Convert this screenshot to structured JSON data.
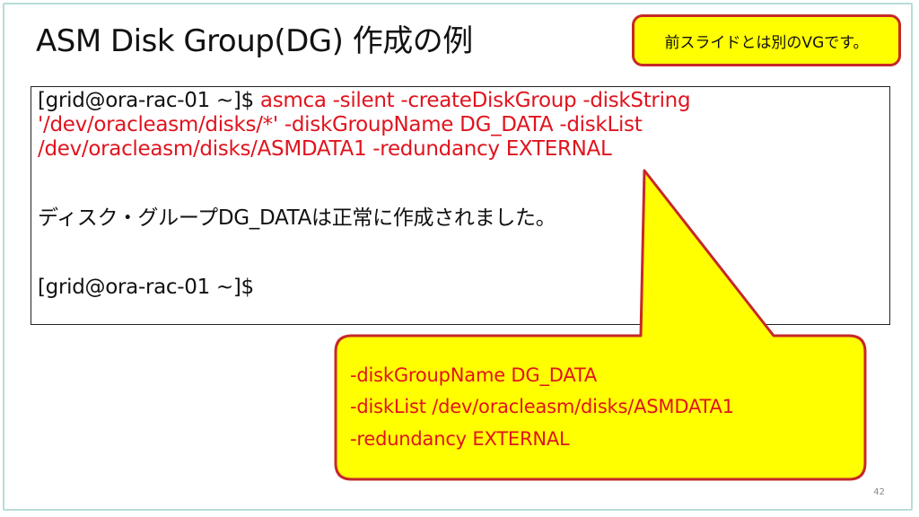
{
  "title": "ASM Disk Group(DG) 作成の例",
  "note": "前スライドとは別のVGです。",
  "terminal": {
    "prompt": "[grid@ora-rac-01 ~]$",
    "command_lines": [
      "asmca -silent -createDiskGroup -diskString",
      "'/dev/oracleasm/disks/*' -diskGroupName DG_DATA -diskList",
      "/dev/oracleasm/disks/ASMDATA1 -redundancy EXTERNAL"
    ],
    "message": "ディスク・グループDG_DATAは正常に作成されました。",
    "final_prompt": "[grid@ora-rac-01 ~]$"
  },
  "callout": {
    "lines": [
      "-diskGroupName  DG_DATA",
      "-diskList /dev/oracleasm/disks/ASMDATA1",
      "-redundancy  EXTERNAL"
    ]
  },
  "page_number": "42",
  "colors": {
    "command": "#e0141e",
    "highlight": "#ffff00",
    "callout_border": "#c62828",
    "slide_border": "#b7ddd6"
  }
}
